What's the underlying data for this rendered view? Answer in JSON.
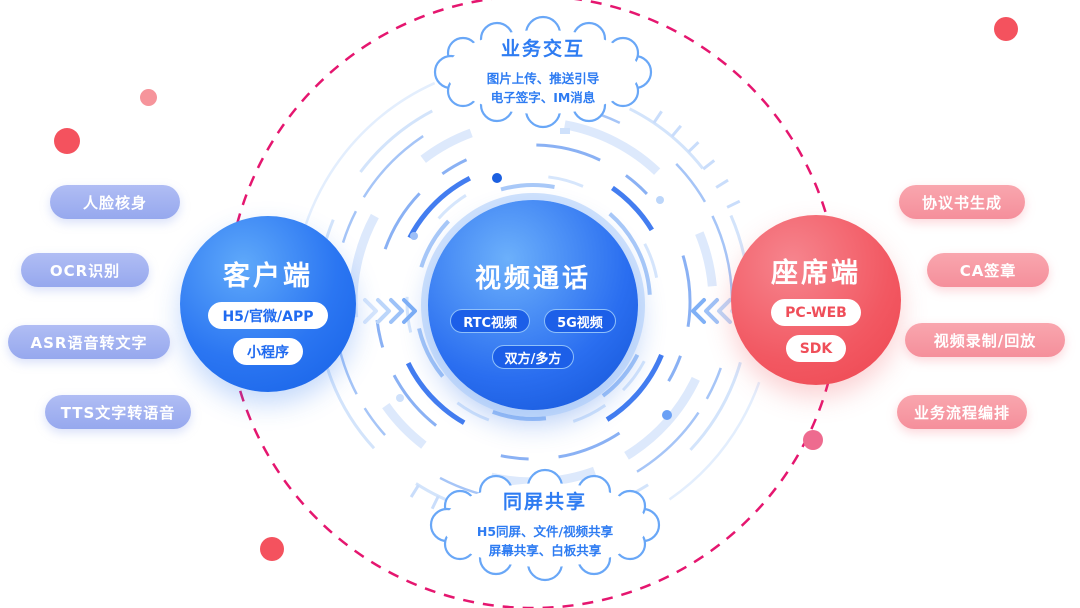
{
  "diagram": {
    "top_cloud": {
      "title": "业务交互",
      "line1": "图片上传、推送引导",
      "line2": "电子签字、IM消息"
    },
    "bottom_cloud": {
      "title": "同屏共享",
      "line1": "H5同屏、文件/视频共享",
      "line2": "屏幕共享、白板共享"
    },
    "client": {
      "title": "客户端",
      "pill1": "H5/官微/APP",
      "pill2": "小程序"
    },
    "center": {
      "title": "视频通话",
      "pill1": "RTC视频",
      "pill2": "5G视频",
      "pill3": "双方/多方"
    },
    "agent": {
      "title": "座席端",
      "pill1": "PC-WEB",
      "pill2": "SDK"
    },
    "left_tags": [
      "人脸核身",
      "OCR识别",
      "ASR语音转文字",
      "TTS文字转语音"
    ],
    "right_tags": [
      "协议书生成",
      "CA签章",
      "视频录制/回放",
      "业务流程编排"
    ],
    "icons": {
      "flow_left": "chevrons-right-icon",
      "flow_right": "chevrons-left-icon"
    },
    "colors": {
      "client_blue": "#2b76f2",
      "center_blue": "#2a6ef0",
      "agent_red": "#f25862",
      "left_tag_purple": "#a3b2f0",
      "right_tag_pink": "#f799a3",
      "dashed_ring_magenta": "#e5166f"
    }
  }
}
